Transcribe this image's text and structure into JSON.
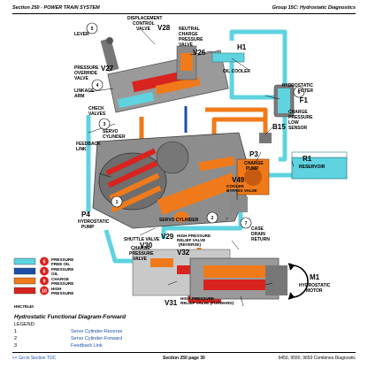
{
  "header": {
    "left": "Section 250 - POWER TRAIN SYSTEM",
    "right": "Group 15C: Hydrostatic Diagnostics"
  },
  "labels": {
    "displacement_control_valve": [
      "DISPLACEMENT",
      "CONTROL",
      "VALVE"
    ],
    "v28": "V28",
    "lever": "LEVER",
    "neutral_charge_pressure_valve": [
      "NEUTRAL",
      "CHARGE",
      "PRESSURE",
      "VALVE"
    ],
    "v26": "V26",
    "h1": "H1",
    "oil_cooler": "OIL COOLER",
    "pressure_override_valve": [
      "PRESSURE",
      "OVERRIDE",
      "VALVE"
    ],
    "v27": "V27",
    "linkage_arm": [
      "LINKAGE",
      "ARM"
    ],
    "check_valves": [
      "CHECK",
      "VALVES"
    ],
    "servo_cylinder_top": [
      "SERVO",
      "CYLINDER"
    ],
    "hydrostatic_filter": [
      "HYDROSTATIC",
      "FILTER"
    ],
    "f1": "F1",
    "charge_pressure_low_sensor": [
      "CHARGE",
      "PRESSURE",
      "LOW",
      "SENSOR"
    ],
    "b15": "B15",
    "feedback_link": [
      "FEEDBACK",
      "LINK"
    ],
    "r1": "R1",
    "reservoir": "RESERVOIR",
    "p3": "P3",
    "charge_pump": [
      "CHARGE",
      "PUMP"
    ],
    "v49": "V49",
    "cooler_bypass_valve": [
      "COOLER",
      "BYPASS VALVE"
    ],
    "p4": "P4",
    "hydrostatic_pump": [
      "HYDROSTATIC",
      "PUMP"
    ],
    "servo_cylinder_bottom": "SERVO CYLINDER",
    "case_drain_return": [
      "CASE",
      "DRAIN",
      "RETURN"
    ],
    "shuttle_valve": "SHUTTLE VALVE",
    "charge_pressure_valve": [
      "CHARGE",
      "PRESSURE",
      "VALVE"
    ],
    "v30": "V30",
    "v29": "V29",
    "high_pressure_relief_valve_reverse": [
      "HIGH PRESSURE",
      "RELIEF VALVE",
      "(REVERSE)"
    ],
    "v32": "V32",
    "v31": "V31",
    "high_pressure_relief_valve_forward": [
      "HIGH PRESSURE",
      "RELIEF VALVE (FORWARD)"
    ],
    "m1": "M1",
    "hydrostatic_motor": [
      "HYDROSTATIC",
      "MOTOR"
    ]
  },
  "callouts": [
    "1",
    "2",
    "3",
    "4",
    "5",
    "6",
    "7"
  ],
  "pressure_legend": [
    {
      "num": "5",
      "label": [
        "PRESSURE",
        "FREE OIL"
      ],
      "color": "#5fd3e0"
    },
    {
      "num": "6",
      "label": [
        "PRESSURE",
        "OIL"
      ],
      "color": "#1a4fa8"
    },
    {
      "num": "9",
      "label": [
        "CHARGE",
        "PRESSURE"
      ],
      "color": "#f07a1a"
    },
    {
      "num": "10",
      "label": [
        "HIGH",
        "PRESSURE"
      ],
      "color": "#d8231f"
    }
  ],
  "figure_id": "H9C79140",
  "caption": "Hydrostatic Functional Diagram-Forward",
  "legend": [
    {
      "code": "1",
      "desc": "Servo Cylinder-Reverse"
    },
    {
      "code": "2",
      "desc": "Servo Cylinder-Forward"
    },
    {
      "code": "3",
      "desc": "Feedback Link"
    }
  ],
  "legend_header": "LEGEND:",
  "footer": {
    "left": "<< Go to Section TOC",
    "center": "Section 250 page 30",
    "right": "9450, 9550, 9650 Combines Diagnostic"
  },
  "colors": {
    "free_oil": "#5fd3e0",
    "pressure_oil": "#1a4fa8",
    "charge": "#f07a1a",
    "high": "#d8231f",
    "component_gray": "#8a8a8a",
    "link_blue": "#1a4fa8"
  }
}
